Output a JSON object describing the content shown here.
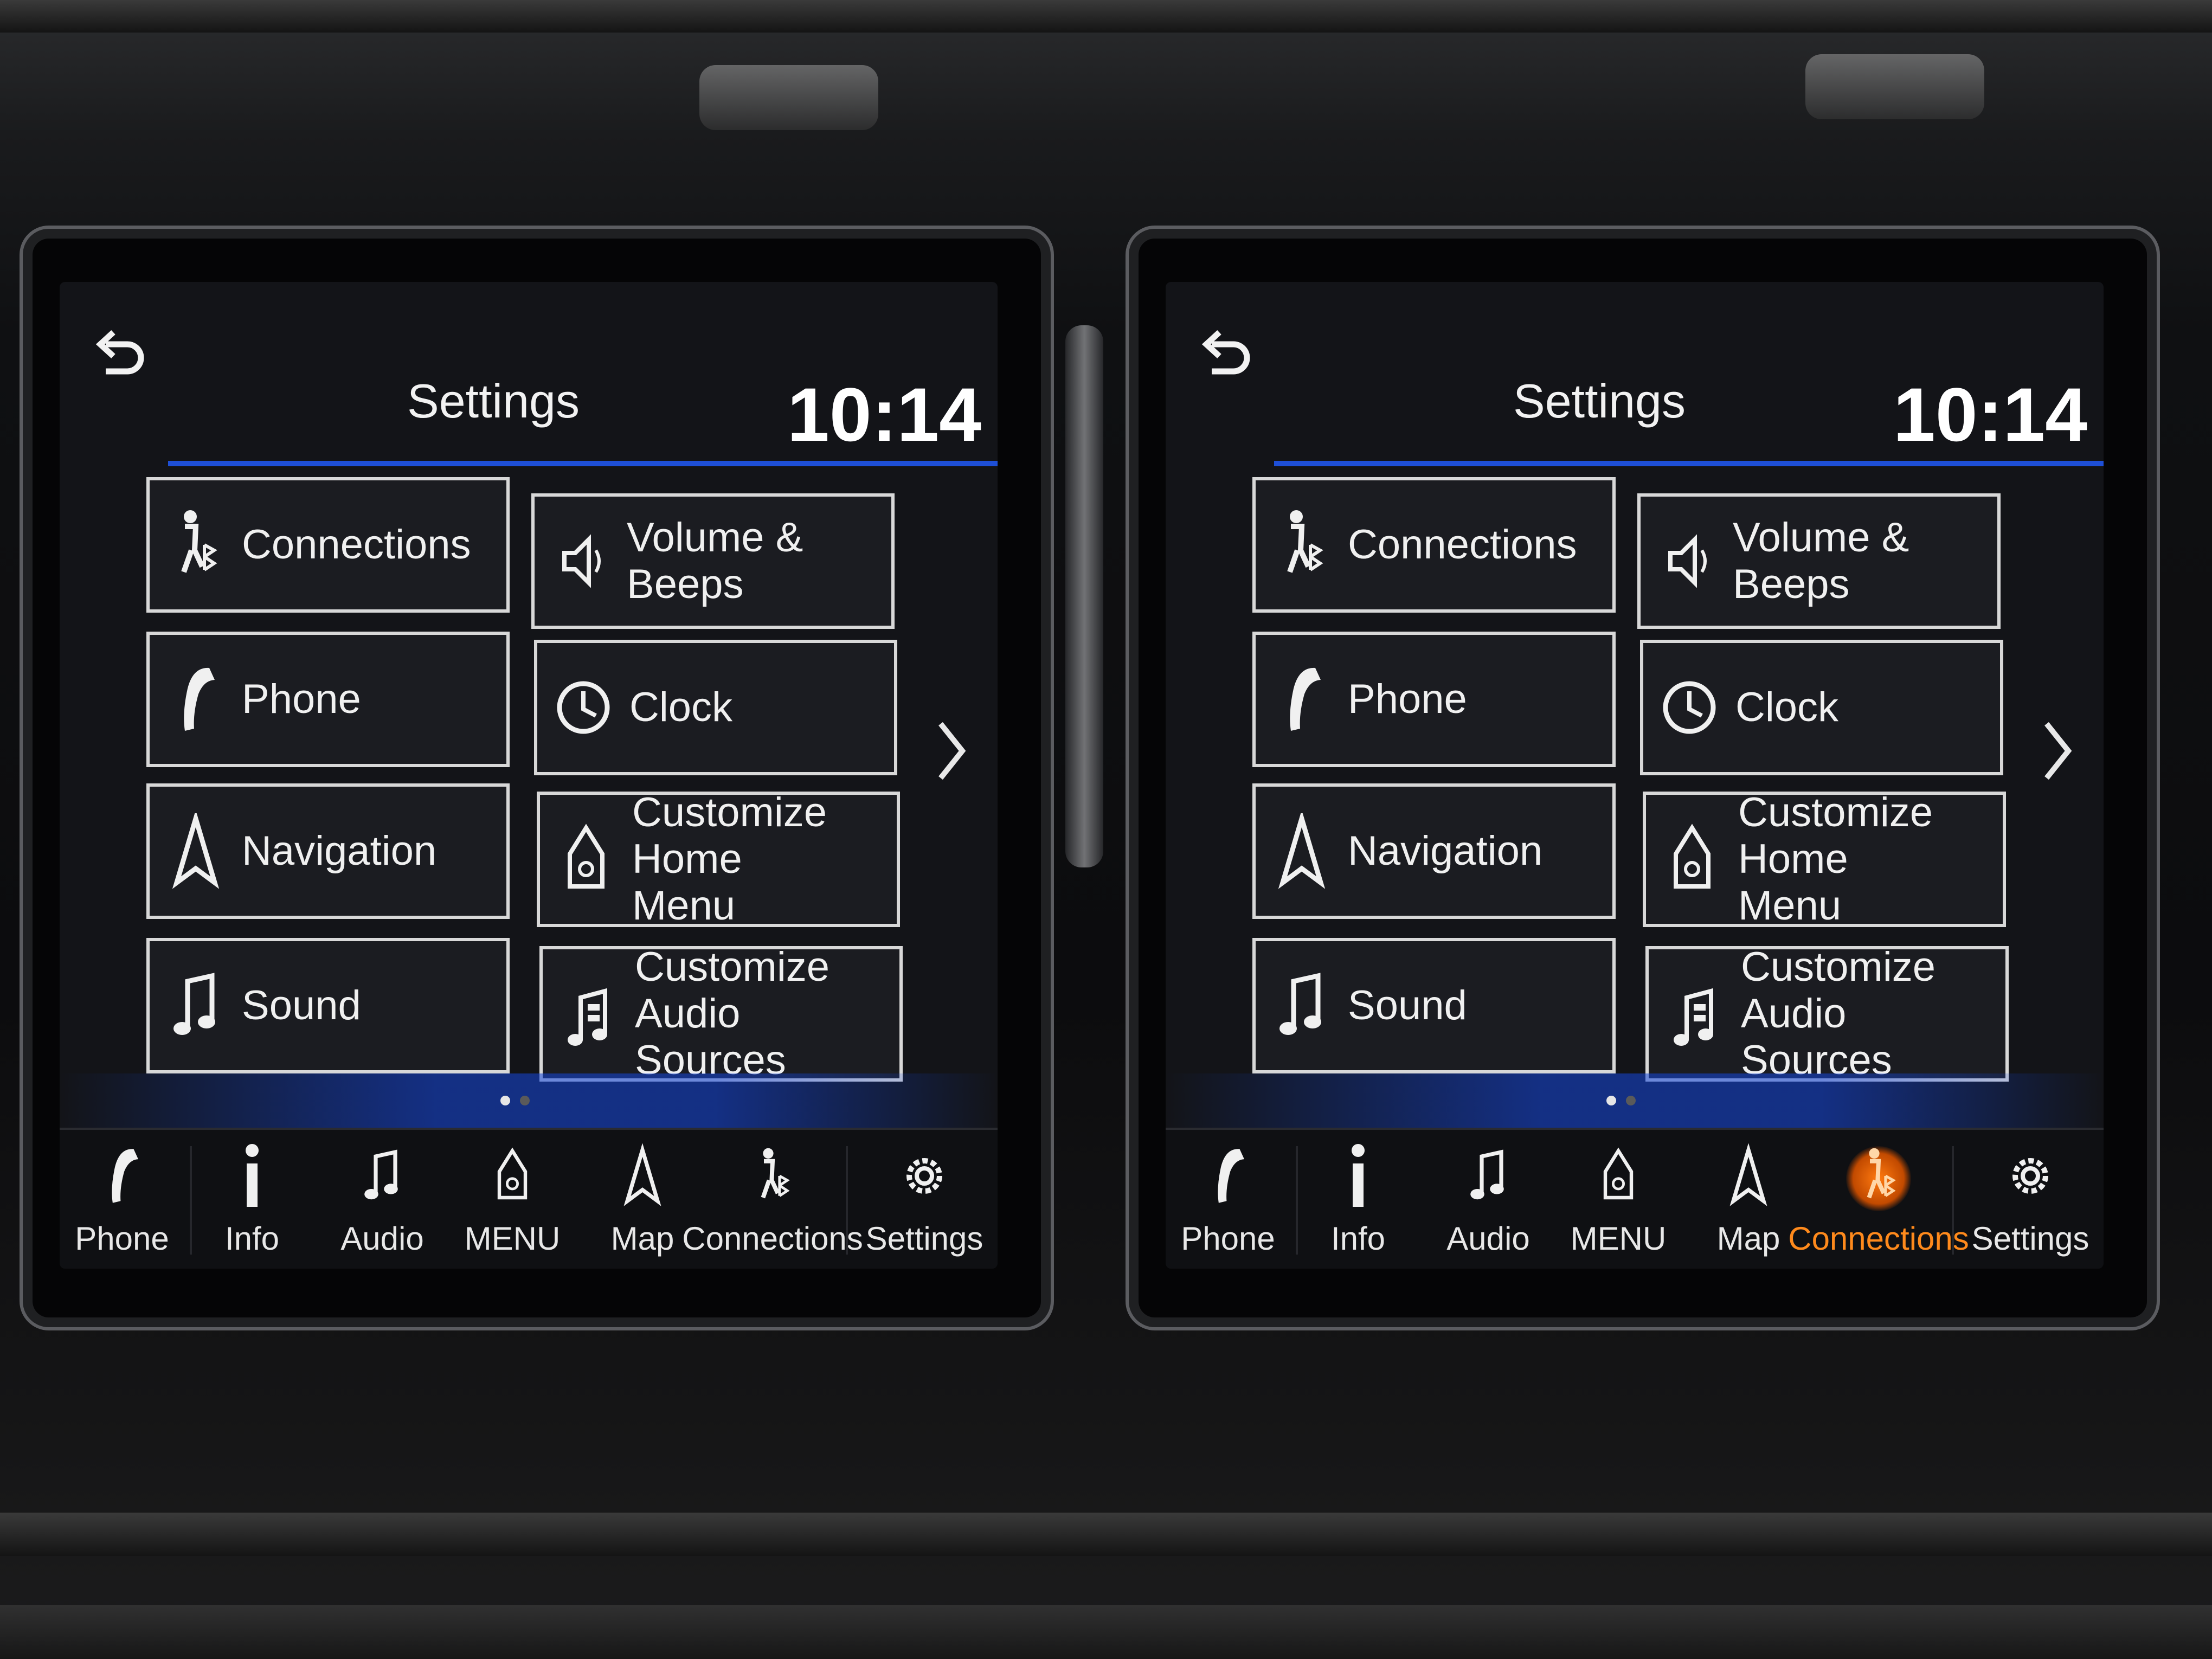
{
  "screens": [
    {
      "id": "left",
      "header": {
        "title": "Settings",
        "clock": "10:14"
      },
      "tiles": [
        {
          "key": "connections",
          "label": "Connections",
          "icon": "connections-icon"
        },
        {
          "key": "volume",
          "label": "Volume &\nBeeps",
          "icon": "speaker-icon"
        },
        {
          "key": "phone",
          "label": "Phone",
          "icon": "phone-icon"
        },
        {
          "key": "clock",
          "label": "Clock",
          "icon": "clock-icon"
        },
        {
          "key": "navigation",
          "label": "Navigation",
          "icon": "navigation-arrow-icon"
        },
        {
          "key": "home-menu",
          "label": "Customize Home\nMenu",
          "icon": "home-bell-icon"
        },
        {
          "key": "sound",
          "label": "Sound",
          "icon": "music-note-icon"
        },
        {
          "key": "audio-sources",
          "label": "Customize Audio\nSources",
          "icon": "audio-sources-icon"
        }
      ],
      "bottom_bar": [
        {
          "key": "phone",
          "label": "Phone",
          "icon": "phone-icon",
          "active": false
        },
        {
          "key": "info",
          "label": "Info",
          "icon": "info-icon",
          "active": false
        },
        {
          "key": "audio",
          "label": "Audio",
          "icon": "music-note-icon",
          "active": false
        },
        {
          "key": "menu",
          "label": "MENU",
          "icon": "home-bell-icon",
          "active": false
        },
        {
          "key": "map",
          "label": "Map",
          "icon": "navigation-arrow-icon",
          "active": false
        },
        {
          "key": "connections",
          "label": "Connections",
          "icon": "connections-icon",
          "active": false
        },
        {
          "key": "settings",
          "label": "Settings",
          "icon": "gear-icon",
          "active": false
        }
      ]
    },
    {
      "id": "right",
      "header": {
        "title": "Settings",
        "clock": "10:14"
      },
      "tiles": [
        {
          "key": "connections",
          "label": "Connections",
          "icon": "connections-icon"
        },
        {
          "key": "volume",
          "label": "Volume &\nBeeps",
          "icon": "speaker-icon"
        },
        {
          "key": "phone",
          "label": "Phone",
          "icon": "phone-icon"
        },
        {
          "key": "clock",
          "label": "Clock",
          "icon": "clock-icon"
        },
        {
          "key": "navigation",
          "label": "Navigation",
          "icon": "navigation-arrow-icon"
        },
        {
          "key": "home-menu",
          "label": "Customize Home\nMenu",
          "icon": "home-bell-icon"
        },
        {
          "key": "sound",
          "label": "Sound",
          "icon": "music-note-icon"
        },
        {
          "key": "audio-sources",
          "label": "Customize Audio\nSources",
          "icon": "audio-sources-icon"
        }
      ],
      "bottom_bar": [
        {
          "key": "phone",
          "label": "Phone",
          "icon": "phone-icon",
          "active": false
        },
        {
          "key": "info",
          "label": "Info",
          "icon": "info-icon",
          "active": false
        },
        {
          "key": "audio",
          "label": "Audio",
          "icon": "music-note-icon",
          "active": false
        },
        {
          "key": "menu",
          "label": "MENU",
          "icon": "home-bell-icon",
          "active": false
        },
        {
          "key": "map",
          "label": "Map",
          "icon": "navigation-arrow-icon",
          "active": false
        },
        {
          "key": "connections",
          "label": "Connections",
          "icon": "connections-icon",
          "active": true
        },
        {
          "key": "settings",
          "label": "Settings",
          "icon": "gear-icon",
          "active": false
        }
      ]
    }
  ],
  "colors": {
    "accent_blue": "#1e4fd6",
    "active_orange": "#ff8a1c",
    "tile_border": "#d8d8d8",
    "screen_bg": "#131418"
  }
}
